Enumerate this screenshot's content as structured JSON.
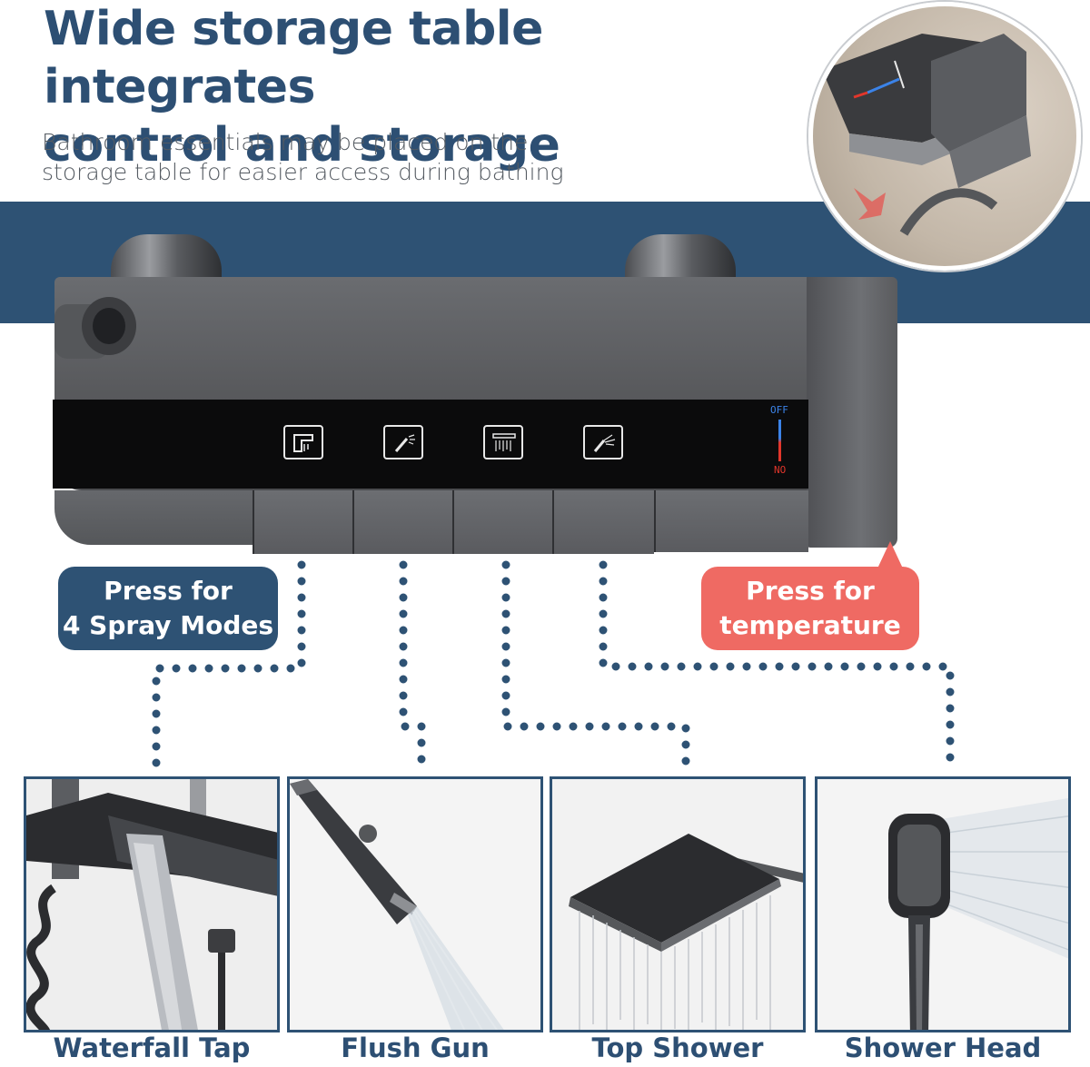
{
  "headline": {
    "line1": "Wide storage table integrates",
    "line2": "control and storage"
  },
  "subtitle": {
    "line1": "Bathroom essentials may be placed on the",
    "line2": "storage table for easier access during bathing"
  },
  "temperature_indicator": {
    "off_label": "OFF",
    "on_label": "NO"
  },
  "callouts": {
    "spray_modes": {
      "line1": "Press for",
      "line2": "4 Spray Modes"
    },
    "temperature": {
      "line1": "Press for",
      "line2": "temperature"
    }
  },
  "features": [
    {
      "label": "Waterfall Tap",
      "icon": "waterfall-tap-icon"
    },
    {
      "label": "Flush Gun",
      "icon": "flush-gun-icon"
    },
    {
      "label": "Top Shower",
      "icon": "top-shower-icon"
    },
    {
      "label": "Shower Head",
      "icon": "shower-head-icon"
    }
  ],
  "colors": {
    "brand_blue": "#2e5274",
    "headline_blue": "#2d4f73",
    "callout_red": "#ef6a63",
    "off_blue": "#3b83e8",
    "on_red": "#e2362b"
  }
}
